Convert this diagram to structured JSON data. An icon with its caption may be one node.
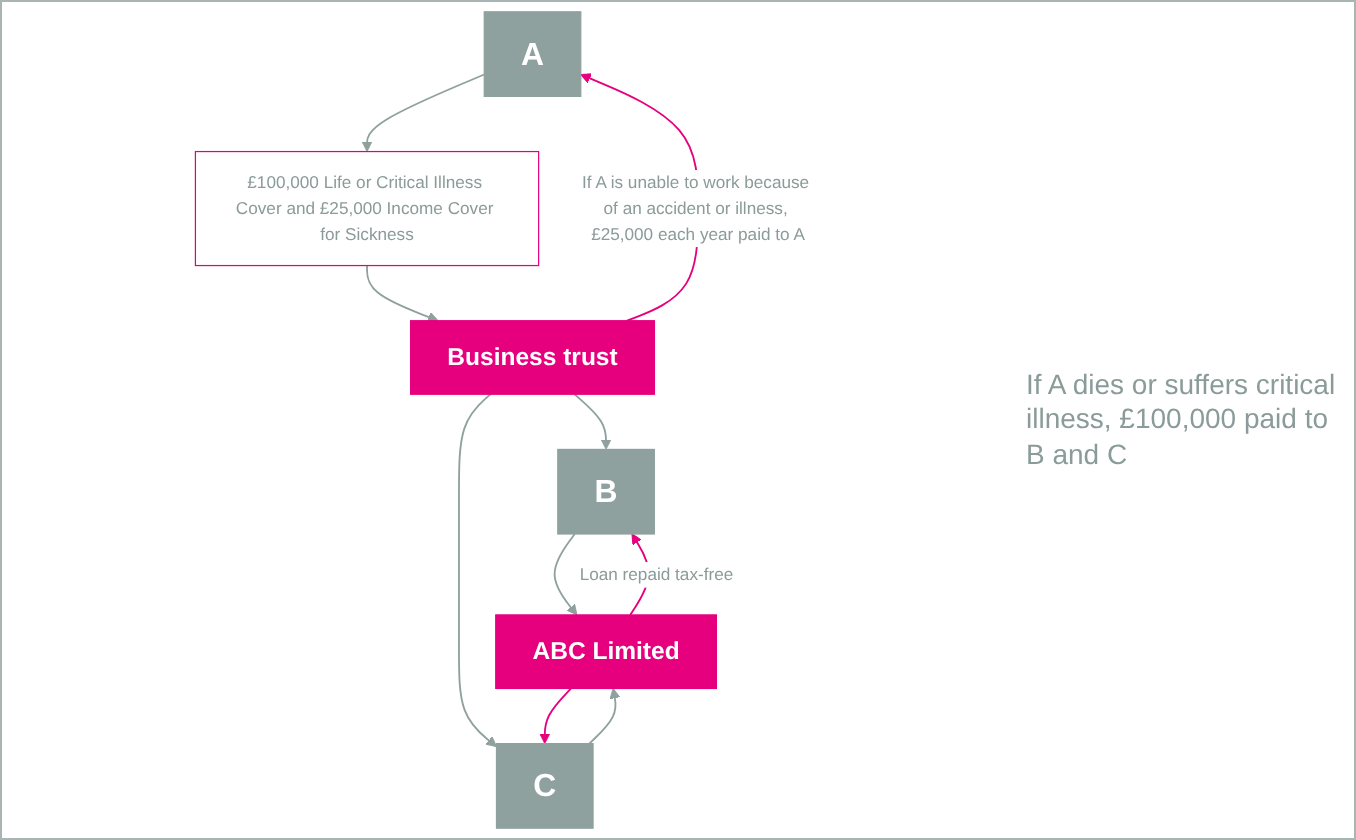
{
  "diagram": {
    "nodes": [
      {
        "text": [
          "A"
        ]
      },
      {
        "text": [
          "£100,000 Life or Critical Illness Cover and £25,000 Income Cover for Sickness"
        ]
      },
      {
        "text": [
          "Business trust"
        ]
      },
      {
        "text": [
          "B"
        ]
      },
      {
        "text": [
          "C"
        ]
      },
      {
        "text": [
          "ABC Limited"
        ]
      }
    ],
    "edges": [
      {
        "from": 0,
        "to": 1,
        "arrow": "to"
      },
      {
        "from": 1,
        "to": 2,
        "arrow": "to"
      },
      {
        "from": 2,
        "to": 0,
        "arrow": "to",
        "color": "#e6007e",
        "label": "If A is unable to work because of an accident or illness, £25,000 each year paid to A"
      },
      {
        "from": 2,
        "to": 3,
        "arrow": "to"
      },
      {
        "from": 2,
        "to": 4,
        "arrow": "to"
      },
      {
        "from": 3,
        "to": 5,
        "arrow": "to"
      },
      {
        "from": 4,
        "to": 5,
        "arrow": "to"
      },
      {
        "from": 5,
        "to": 3,
        "arrow": "to",
        "color": "#e6007e",
        "label": "Loan repaid tax-free"
      },
      {
        "from": 5,
        "to": 4,
        "arrow": "to",
        "color": "#e6007e"
      }
    ],
    "labels": [
      "If A dies or suffers critical illness, £100,000 paid to B and C"
    ]
  }
}
